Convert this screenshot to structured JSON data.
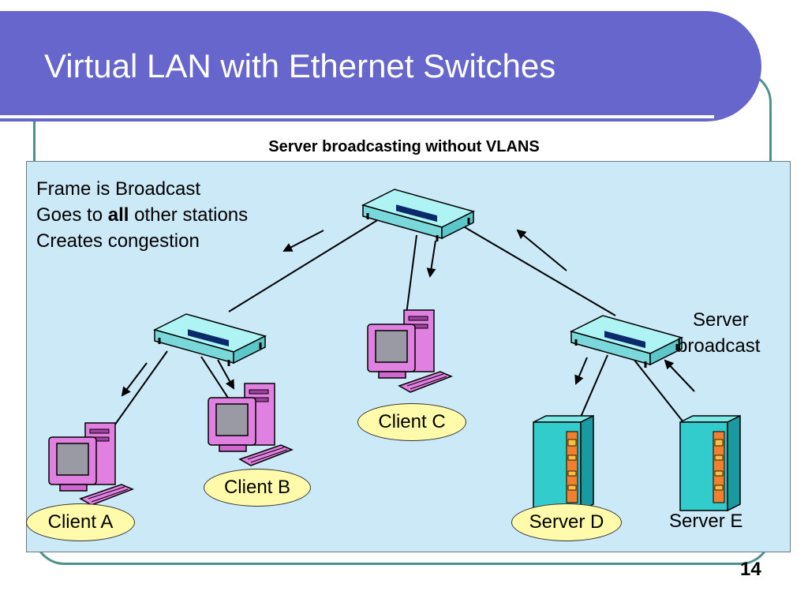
{
  "slide": {
    "title": "Virtual LAN with Ethernet Switches",
    "subtitle": "Server broadcasting without VLANS",
    "page_number": "14"
  },
  "notes": {
    "line1": "Frame is Broadcast",
    "line2_prefix": "Goes to ",
    "line2_bold": "all",
    "line2_suffix": " other stations",
    "line3": "Creates congestion"
  },
  "labels": {
    "server_broadcast_line1": "Server",
    "server_broadcast_line2": "broadcast"
  },
  "nodes": {
    "client_a": "Client A",
    "client_b": "Client B",
    "client_c": "Client C",
    "server_d": "Server D",
    "server_e": "Server E"
  },
  "colors": {
    "title_banner": "#6666cc",
    "diagram_background": "#cce9f8",
    "switch_fill": "#9ef0f0",
    "computer_fill": "#e070e0",
    "server_fill": "#33cccc",
    "server_panel": "#f08030",
    "label_ellipse": "#fffbaa"
  }
}
